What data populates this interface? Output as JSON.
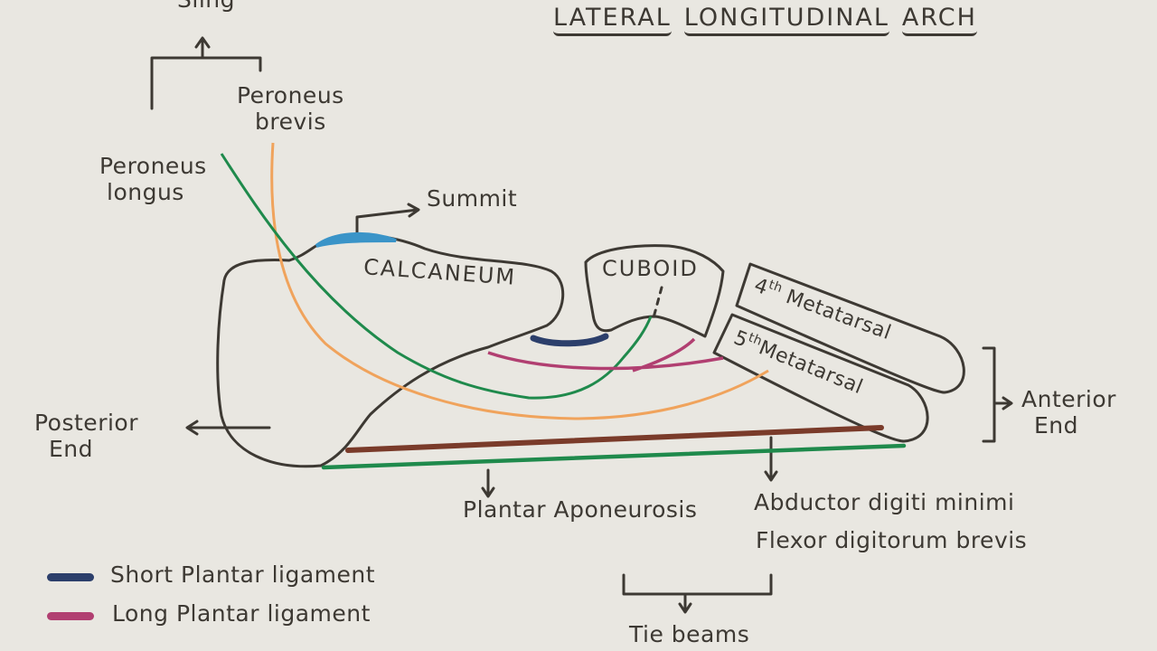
{
  "title": {
    "word1": "LATERAL",
    "word2": "LONGITUDINAL",
    "word3": "ARCH"
  },
  "labels": {
    "sling": "Sling",
    "peroneus_brevis_line1": "Peroneus",
    "peroneus_brevis_line2": "brevis",
    "peroneus_longus_line1": "Peroneus",
    "peroneus_longus_line2": "longus",
    "summit": "Summit",
    "calcaneum": "CALCANEUM",
    "cuboid": "CUBOID",
    "metatarsal_4_num": "4",
    "metatarsal_4_sup": "th",
    "metatarsal_4_name": "Metatarsal",
    "metatarsal_5_num": "5",
    "metatarsal_5_sup": "th",
    "metatarsal_5_name": "Metatarsal",
    "posterior_end_line1": "Posterior",
    "posterior_end_line2": "End",
    "anterior_end_line1": "Anterior",
    "anterior_end_line2": "End",
    "plantar_aponeurosis": "Plantar Aponeurosis",
    "abductor": "Abductor digiti minimi",
    "flexor": "Flexor digitorum brevis",
    "tie_beams": "Tie beams"
  },
  "legend": [
    {
      "label": "Short Plantar ligament",
      "color": "#2c3f6b"
    },
    {
      "label": "Long Plantar ligament",
      "color": "#b13f71"
    }
  ],
  "colors": {
    "ink": "#3d3933",
    "peroneus_longus": "#1f8a4c",
    "peroneus_brevis": "#f0a35c",
    "summit_highlight": "#3a94c8",
    "short_plantar": "#2c3f6b",
    "long_plantar": "#b13f71",
    "plantar_aponeurosis": "#1f8a4c",
    "tie_beam_muscles": "#7a3b2a"
  }
}
